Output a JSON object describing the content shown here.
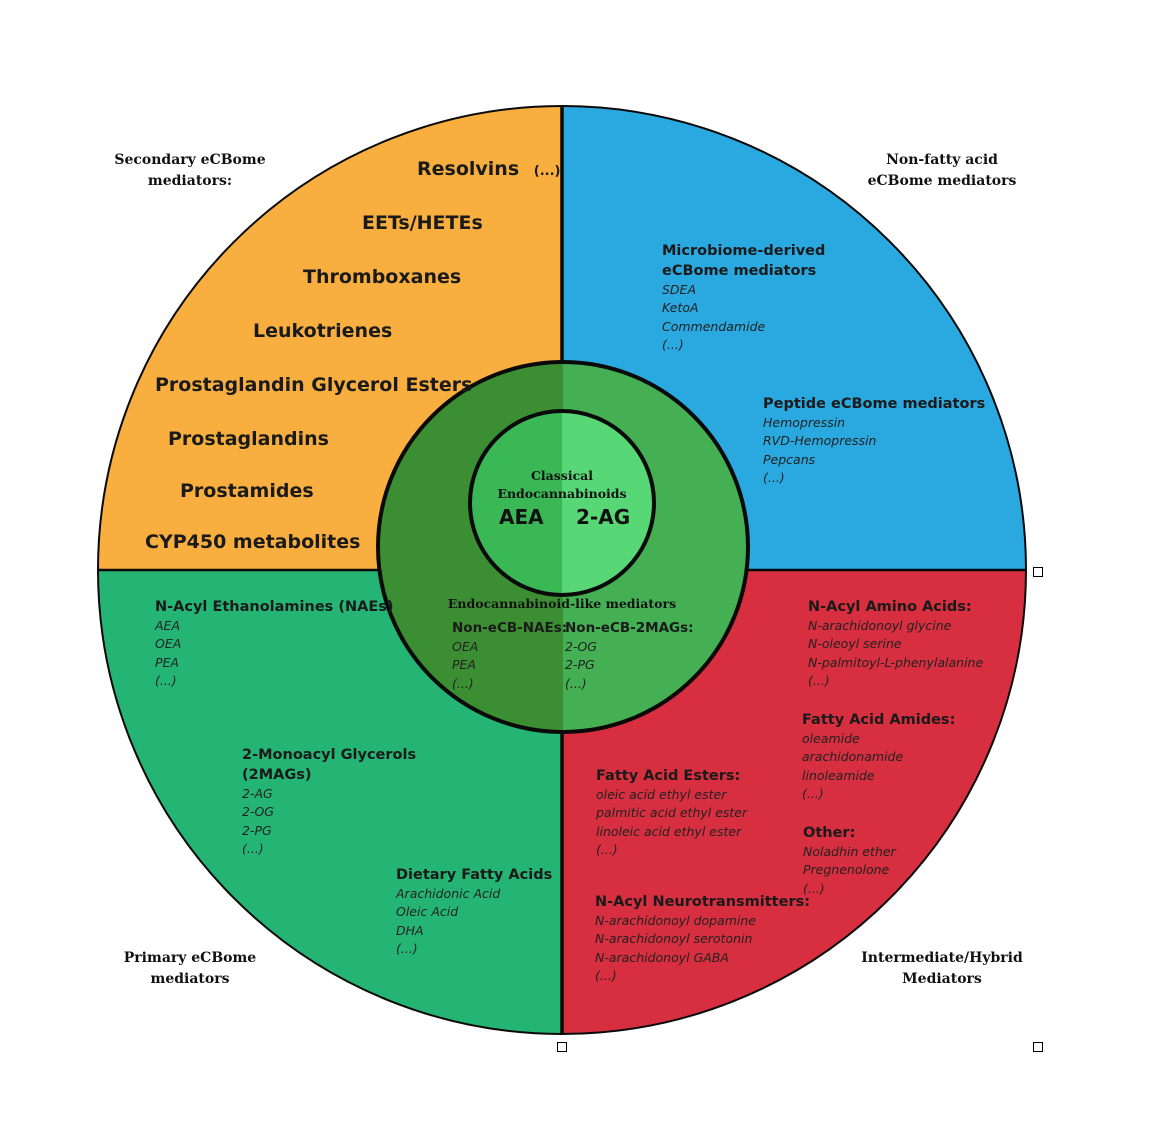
{
  "colors": {
    "secondary": "#F8AF3F",
    "nonfatty": "#29A9E0",
    "primary": "#24B574",
    "intermediate": "#D72E40",
    "middle_left": "#3C8E33",
    "middle_right": "#44AF53",
    "inner_left": "#3BB856",
    "inner_right": "#58D776",
    "outline": "#0a0a0a"
  },
  "quadrants": {
    "secondary": {
      "label": "Secondary eCBome mediators:",
      "label_lines": [
        "Secondary eCBome",
        "mediators:"
      ],
      "items": [
        "Resolvins",
        "EETs/HETEs",
        "Thromboxanes",
        "Leukotrienes",
        "Prostaglandin Glycerol Esters",
        "Prostaglandins",
        "Prostamides",
        "CYP450 metabolites"
      ],
      "resolvins_suffix": "(...)"
    },
    "nonfatty": {
      "label_lines": [
        "Non-fatty acid",
        "eCBome mediators"
      ],
      "groups": [
        {
          "title_lines": [
            "Microbiome-derived",
            "eCBome mediators"
          ],
          "items": [
            "SDEA",
            "KetoA",
            "Commendamide",
            "(...)"
          ]
        },
        {
          "title_lines": [
            "Peptide eCBome mediators"
          ],
          "items": [
            "Hemopressin",
            "RVD-Hemopressin",
            "Pepcans",
            "(...)"
          ]
        }
      ]
    },
    "primary": {
      "label_lines": [
        "Primary eCBome",
        "mediators"
      ],
      "groups": [
        {
          "title_lines": [
            "N-Acyl Ethanolamines (NAEs)"
          ],
          "items": [
            "AEA",
            "OEA",
            "PEA",
            "(...)"
          ]
        },
        {
          "title_lines": [
            "2-Monoacyl Glycerols",
            "(2MAGs)"
          ],
          "items": [
            "2-AG",
            "2-OG",
            "2-PG",
            "(...)"
          ]
        },
        {
          "title_lines": [
            "Dietary Fatty Acids"
          ],
          "items": [
            "Arachidonic Acid",
            "Oleic Acid",
            "DHA",
            "(...)"
          ]
        }
      ]
    },
    "intermediate": {
      "label_lines": [
        "Intermediate/Hybrid",
        "Mediators"
      ],
      "groups": [
        {
          "title_lines": [
            "N-Acyl Amino Acids:"
          ],
          "items": [
            "N-arachidonoyl glycine",
            "N-oleoyl serine",
            "N-palmitoyl-L-phenylalanine",
            "(...)"
          ]
        },
        {
          "title_lines": [
            "Fatty Acid Amides:"
          ],
          "items": [
            "oleamide",
            "arachidonamide",
            "linoleamide",
            "(...)"
          ]
        },
        {
          "title_lines": [
            "Other:"
          ],
          "items": [
            "Noladhin ether",
            "Pregnenolone",
            "(...)"
          ]
        },
        {
          "title_lines": [
            "Fatty Acid Esters:"
          ],
          "items": [
            "oleic acid ethyl ester",
            "palmitic acid ethyl ester",
            "linoleic acid ethyl ester",
            "(...)"
          ]
        },
        {
          "title_lines": [
            "N-Acyl Neurotransmitters:"
          ],
          "items": [
            "N-arachidonoyl dopamine",
            "N-arachidonoyl serotonin",
            "N-arachidonoyl GABA",
            "(...)"
          ]
        }
      ]
    }
  },
  "middle_ring": {
    "title": "Endocannabinoid-like mediators",
    "left": {
      "title": "Non-eCB-NAEs:",
      "items": [
        "OEA",
        "PEA",
        "(...)"
      ]
    },
    "right": {
      "title": "Non-eCB-2MAGs:",
      "items": [
        "2-OG",
        "2-PG",
        "(...)"
      ]
    }
  },
  "center": {
    "title_lines": [
      "Classical",
      "Endocannabinoids"
    ],
    "left": "AEA",
    "right": "2-AG"
  }
}
